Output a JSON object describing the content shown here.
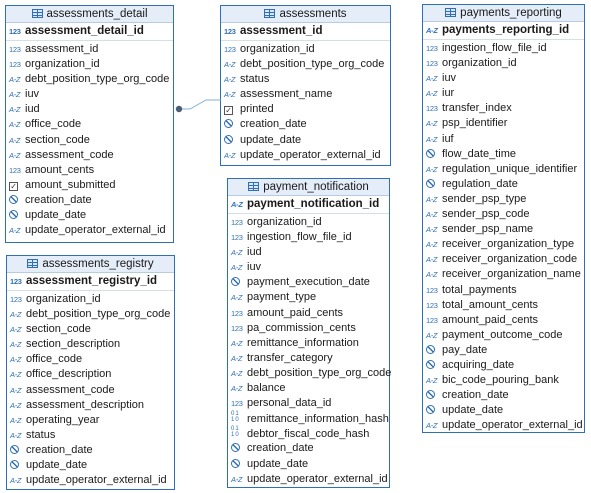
{
  "tables": [
    {
      "id": "assessments_detail",
      "title": "assessments_detail",
      "pk": {
        "type": "123",
        "name": "assessment_detail_id"
      },
      "columns": [
        {
          "type": "123",
          "name": "assessment_id"
        },
        {
          "type": "123",
          "name": "organization_id"
        },
        {
          "type": "A-Z",
          "name": "debt_position_type_org_code"
        },
        {
          "type": "A-Z",
          "name": "iuv"
        },
        {
          "type": "A-Z",
          "name": "iud"
        },
        {
          "type": "A-Z",
          "name": "office_code"
        },
        {
          "type": "A-Z",
          "name": "section_code"
        },
        {
          "type": "A-Z",
          "name": "assessment_code"
        },
        {
          "type": "123",
          "name": "amount_cents"
        },
        {
          "type": "check",
          "name": "amount_submitted"
        },
        {
          "type": "clock",
          "name": "creation_date"
        },
        {
          "type": "clock",
          "name": "update_date"
        },
        {
          "type": "A-Z",
          "name": "update_operator_external_id"
        }
      ]
    },
    {
      "id": "assessments",
      "title": "assessments",
      "pk": {
        "type": "123",
        "name": "assessment_id"
      },
      "columns": [
        {
          "type": "123",
          "name": "organization_id"
        },
        {
          "type": "A-Z",
          "name": "debt_position_type_org_code"
        },
        {
          "type": "A-Z",
          "name": "status"
        },
        {
          "type": "A-Z",
          "name": "assessment_name"
        },
        {
          "type": "check",
          "name": "printed"
        },
        {
          "type": "clock",
          "name": "creation_date"
        },
        {
          "type": "clock",
          "name": "update_date"
        },
        {
          "type": "A-Z",
          "name": "update_operator_external_id"
        }
      ]
    },
    {
      "id": "payments_reporting",
      "title": "payments_reporting",
      "pk": {
        "type": "A-Z",
        "name": "payments_reporting_id"
      },
      "columns": [
        {
          "type": "123",
          "name": "ingestion_flow_file_id"
        },
        {
          "type": "123",
          "name": "organization_id"
        },
        {
          "type": "A-Z",
          "name": "iuv"
        },
        {
          "type": "A-Z",
          "name": "iur"
        },
        {
          "type": "123",
          "name": "transfer_index"
        },
        {
          "type": "A-Z",
          "name": "psp_identifier"
        },
        {
          "type": "A-Z",
          "name": "iuf"
        },
        {
          "type": "clock",
          "name": "flow_date_time"
        },
        {
          "type": "A-Z",
          "name": "regulation_unique_identifier"
        },
        {
          "type": "clock",
          "name": "regulation_date"
        },
        {
          "type": "A-Z",
          "name": "sender_psp_type"
        },
        {
          "type": "A-Z",
          "name": "sender_psp_code"
        },
        {
          "type": "A-Z",
          "name": "sender_psp_name"
        },
        {
          "type": "A-Z",
          "name": "receiver_organization_type"
        },
        {
          "type": "A-Z",
          "name": "receiver_organization_code"
        },
        {
          "type": "A-Z",
          "name": "receiver_organization_name"
        },
        {
          "type": "123",
          "name": "total_payments"
        },
        {
          "type": "123",
          "name": "total_amount_cents"
        },
        {
          "type": "123",
          "name": "amount_paid_cents"
        },
        {
          "type": "A-Z",
          "name": "payment_outcome_code"
        },
        {
          "type": "clock",
          "name": "pay_date"
        },
        {
          "type": "clock",
          "name": "acquiring_date"
        },
        {
          "type": "A-Z",
          "name": "bic_code_pouring_bank"
        },
        {
          "type": "clock",
          "name": "creation_date"
        },
        {
          "type": "clock",
          "name": "update_date"
        },
        {
          "type": "A-Z",
          "name": "update_operator_external_id"
        }
      ]
    },
    {
      "id": "payment_notification",
      "title": "payment_notification",
      "pk": {
        "type": "A-Z",
        "name": "payment_notification_id"
      },
      "columns": [
        {
          "type": "123",
          "name": "organization_id"
        },
        {
          "type": "123",
          "name": "ingestion_flow_file_id"
        },
        {
          "type": "A-Z",
          "name": "iud"
        },
        {
          "type": "A-Z",
          "name": "iuv"
        },
        {
          "type": "clock",
          "name": "payment_execution_date"
        },
        {
          "type": "A-Z",
          "name": "payment_type"
        },
        {
          "type": "123",
          "name": "amount_paid_cents"
        },
        {
          "type": "123",
          "name": "pa_commission_cents"
        },
        {
          "type": "A-Z",
          "name": "remittance_information"
        },
        {
          "type": "A-Z",
          "name": "transfer_category"
        },
        {
          "type": "A-Z",
          "name": "debt_position_type_org_code"
        },
        {
          "type": "A-Z",
          "name": "balance"
        },
        {
          "type": "123",
          "name": "personal_data_id"
        },
        {
          "type": "bin",
          "name": "remittance_information_hash"
        },
        {
          "type": "bin",
          "name": "debtor_fiscal_code_hash"
        },
        {
          "type": "clock",
          "name": "creation_date"
        },
        {
          "type": "clock",
          "name": "update_date"
        },
        {
          "type": "A-Z",
          "name": "update_operator_external_id"
        }
      ]
    },
    {
      "id": "assessments_registry",
      "title": "assessments_registry",
      "pk": {
        "type": "123",
        "name": "assessment_registry_id"
      },
      "columns": [
        {
          "type": "123",
          "name": "organization_id"
        },
        {
          "type": "A-Z",
          "name": "debt_position_type_org_code"
        },
        {
          "type": "A-Z",
          "name": "section_code"
        },
        {
          "type": "A-Z",
          "name": "section_description"
        },
        {
          "type": "A-Z",
          "name": "office_code"
        },
        {
          "type": "A-Z",
          "name": "office_description"
        },
        {
          "type": "A-Z",
          "name": "assessment_code"
        },
        {
          "type": "A-Z",
          "name": "assessment_description"
        },
        {
          "type": "A-Z",
          "name": "operating_year"
        },
        {
          "type": "A-Z",
          "name": "status"
        },
        {
          "type": "clock",
          "name": "creation_date"
        },
        {
          "type": "clock",
          "name": "update_date"
        },
        {
          "type": "A-Z",
          "name": "update_operator_external_id"
        }
      ]
    }
  ],
  "colors": {
    "border": "#2f6fb6",
    "header_bg": "#e4edf8",
    "link": "#7fb2d9"
  }
}
